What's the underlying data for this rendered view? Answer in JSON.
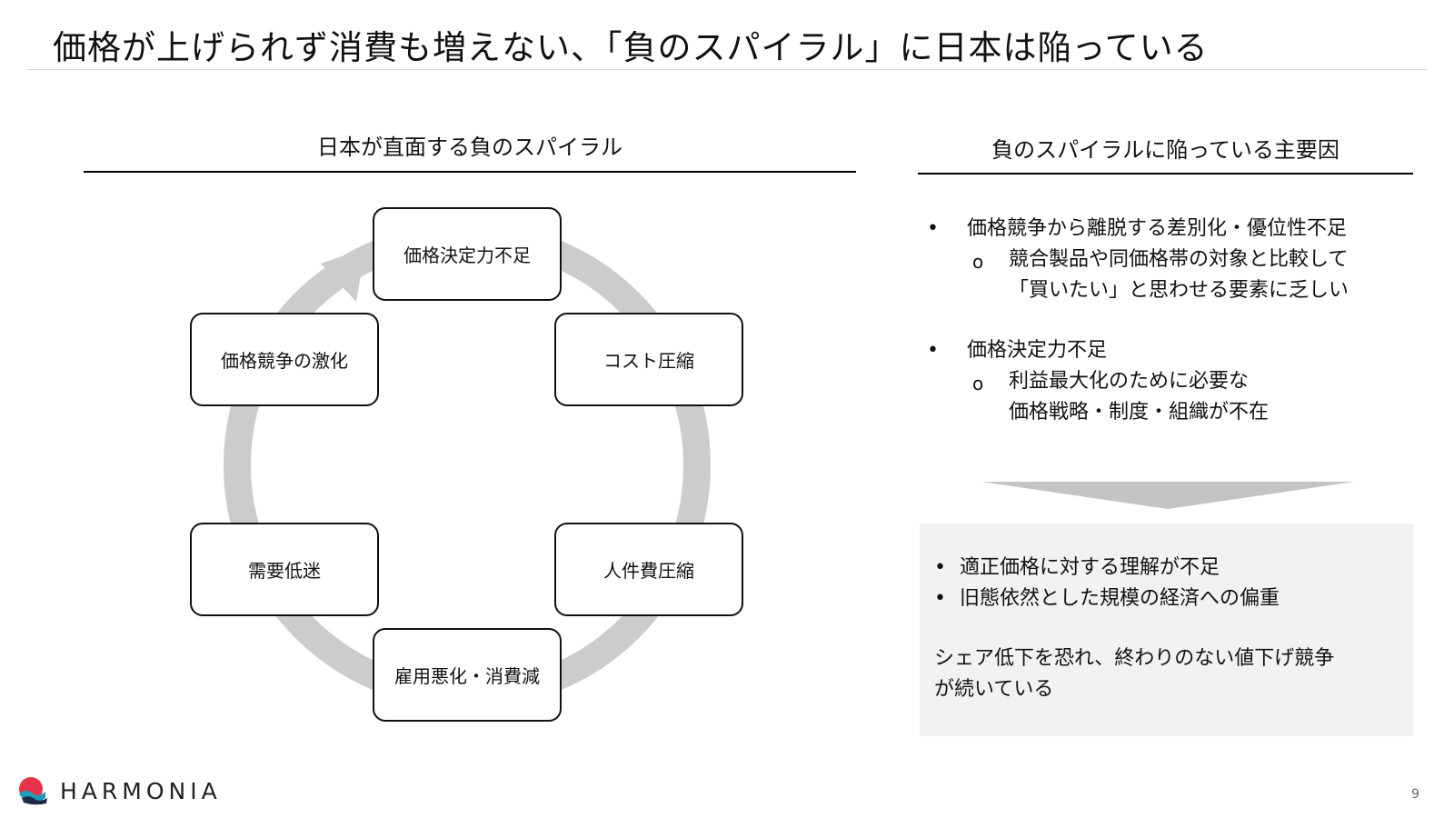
{
  "slide": {
    "title": "価格が上げられず消費も増えない、「負のスパイラル」に日本は陥っている",
    "page_number": "9"
  },
  "left_panel": {
    "heading": "日本が直面する負のスパイラル",
    "cycle_nodes": [
      "価格決定力不足",
      "コスト圧縮",
      "人件費圧縮",
      "雇用悪化・消費減",
      "需要低迷",
      "価格競争の激化"
    ]
  },
  "right_panel": {
    "heading": "負のスパイラルに陥っている主要因",
    "factors": [
      {
        "bullet": "価格競争から離脱する差別化・優位性不足",
        "sub_lines": [
          "競合製品や同価格帯の対象と比較して",
          "「買いたい」と思わせる要素に乏しい"
        ]
      },
      {
        "bullet": "価格決定力不足",
        "sub_lines": [
          "利益最大化のために必要な",
          "価格戦略・制度・組織が不在"
        ]
      }
    ],
    "summary_box": {
      "items": [
        "適正価格に対する理解が不足",
        "旧態依然とした規模の経済への偏重"
      ],
      "conclusion_lines": [
        "シェア低下を恐れ、終わりのない値下げ競争",
        "が続いている"
      ]
    }
  },
  "symbols": {
    "bullet": "•",
    "sub_bullet": "o"
  },
  "logo": {
    "text": "HARMONIA",
    "mark_colors": [
      "#e8334a",
      "#1aa0b8",
      "#1f2a44"
    ]
  },
  "colors": {
    "cycle_ring": "#cccccc",
    "summary_bg": "#f2f2f2",
    "down_arrow": "#c4c4c4"
  }
}
